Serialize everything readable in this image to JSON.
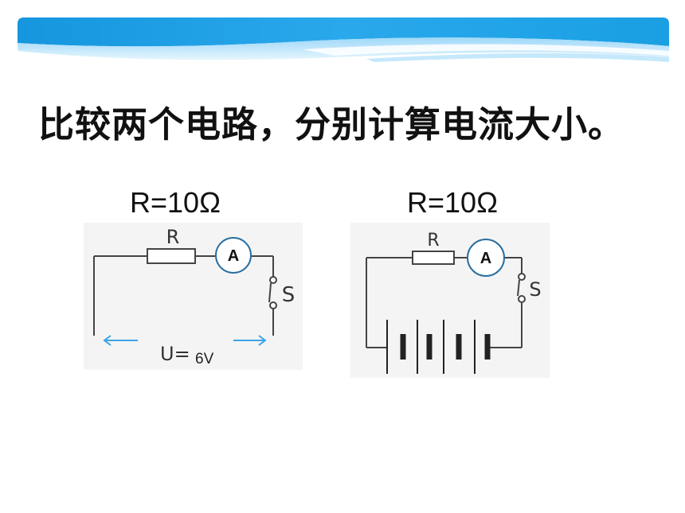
{
  "heading": "比较两个电路，分别计算电流大小。",
  "circuits": [
    {
      "resistance_label": "R=10Ω",
      "resistor_symbol": "R",
      "ammeter_symbol": "A",
      "switch_symbol": "S",
      "voltage_symbol": "U=",
      "voltage_value": "6V"
    },
    {
      "resistance_label": "R=10Ω",
      "resistor_symbol": "R",
      "ammeter_symbol": "A",
      "switch_symbol": "S"
    }
  ],
  "colors": {
    "banner_blue": "#1a9fe3",
    "banner_light": "#bfe6fb",
    "arrow_blue": "#3ea3e6",
    "ammeter_border": "#2a6fa0",
    "wire": "#444444"
  }
}
